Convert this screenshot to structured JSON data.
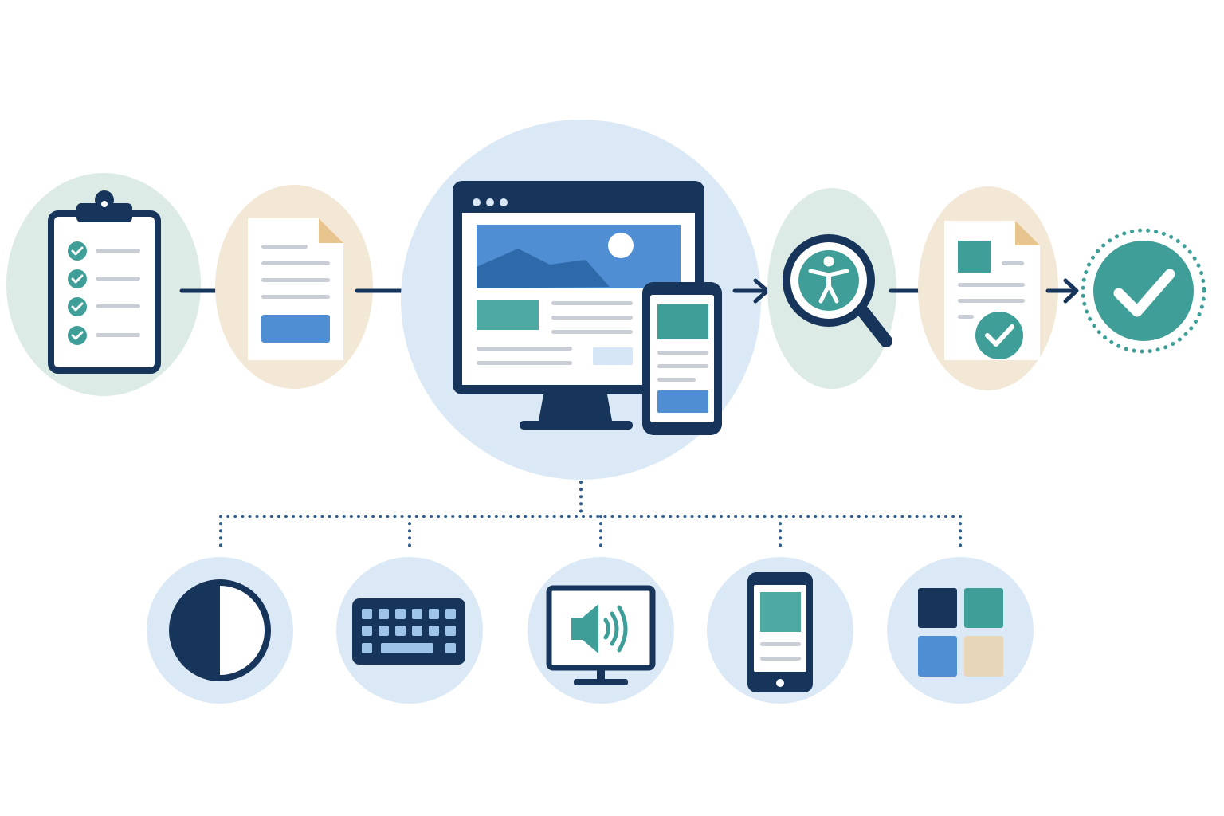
{
  "colors": {
    "navy": "#17355a",
    "teal": "#3f9f98",
    "blue": "#4f8ed3",
    "bg_green": "#dcebe6",
    "bg_beige": "#f3e7d6",
    "bg_blue": "#dbe9f6",
    "beige": "#e8d6b9",
    "line_gray": "#c9ced6",
    "dotted": "#2c5a8a"
  },
  "process_steps": [
    {
      "icon": "checklist-clipboard-icon",
      "background": "green"
    },
    {
      "icon": "document-with-button-icon",
      "background": "beige"
    },
    {
      "icon": "responsive-website-icon",
      "background": "blue"
    },
    {
      "icon": "accessibility-magnifier-icon",
      "background": "green"
    },
    {
      "icon": "approved-document-icon",
      "background": "beige"
    },
    {
      "icon": "completed-check-icon",
      "background": "none"
    }
  ],
  "accessibility_features": [
    {
      "icon": "contrast-icon"
    },
    {
      "icon": "keyboard-icon"
    },
    {
      "icon": "audio-monitor-icon"
    },
    {
      "icon": "mobile-device-icon"
    },
    {
      "icon": "color-palette-icon"
    }
  ]
}
